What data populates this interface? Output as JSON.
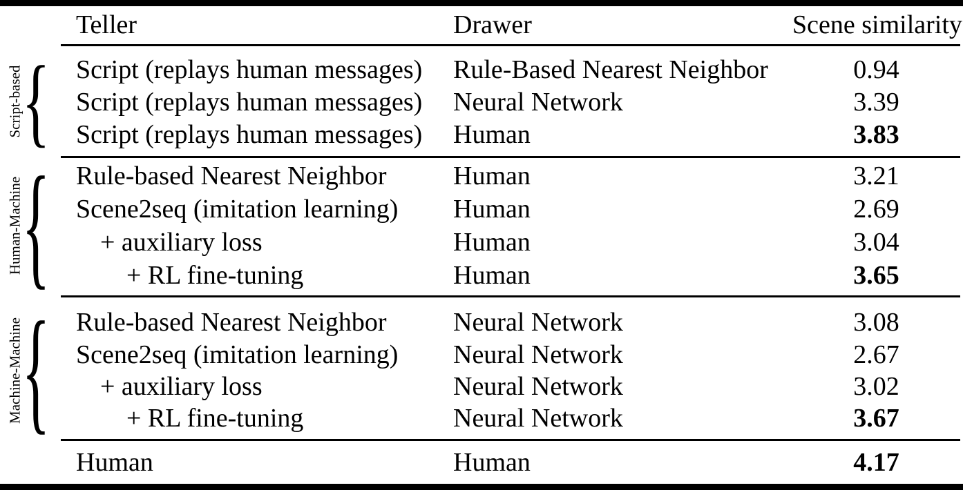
{
  "table": {
    "headers": {
      "teller": "Teller",
      "drawer": "Drawer",
      "metric": "Scene similarity"
    },
    "brace_glyph": "{",
    "groups": [
      {
        "label": "Script-based",
        "rows": [
          {
            "teller": "Script (replays human messages)",
            "drawer": "Rule-Based Nearest Neighbor",
            "value": "0.94",
            "bold": false,
            "indent": 0
          },
          {
            "teller": "Script (replays human messages)",
            "drawer": "Neural Network",
            "value": "3.39",
            "bold": false,
            "indent": 0
          },
          {
            "teller": "Script (replays human messages)",
            "drawer": "Human",
            "value": "3.83",
            "bold": true,
            "indent": 0
          }
        ]
      },
      {
        "label": "Human-Machine",
        "rows": [
          {
            "teller": "Rule-based Nearest Neighbor",
            "drawer": "Human",
            "value": "3.21",
            "bold": false,
            "indent": 0
          },
          {
            "teller": "Scene2seq (imitation learning)",
            "drawer": "Human",
            "value": "2.69",
            "bold": false,
            "indent": 0
          },
          {
            "teller": "+ auxiliary loss",
            "drawer": "Human",
            "value": "3.04",
            "bold": false,
            "indent": 1
          },
          {
            "teller": "+ RL fine-tuning",
            "drawer": "Human",
            "value": "3.65",
            "bold": true,
            "indent": 2
          }
        ]
      },
      {
        "label": "Machine-Machine",
        "rows": [
          {
            "teller": "Rule-based Nearest Neighbor",
            "drawer": "Neural Network",
            "value": "3.08",
            "bold": false,
            "indent": 0
          },
          {
            "teller": "Scene2seq (imitation learning)",
            "drawer": "Neural Network",
            "value": "2.67",
            "bold": false,
            "indent": 0
          },
          {
            "teller": "+ auxiliary loss",
            "drawer": "Neural Network",
            "value": "3.02",
            "bold": false,
            "indent": 1
          },
          {
            "teller": "+ RL fine-tuning",
            "drawer": "Neural Network",
            "value": "3.67",
            "bold": true,
            "indent": 2
          }
        ]
      }
    ],
    "footer_row": {
      "teller": "Human",
      "drawer": "Human",
      "value": "4.17",
      "bold": true,
      "indent": 0
    }
  },
  "colors": {
    "text": "#000000",
    "background": "#ffffff",
    "rule": "#000000"
  }
}
